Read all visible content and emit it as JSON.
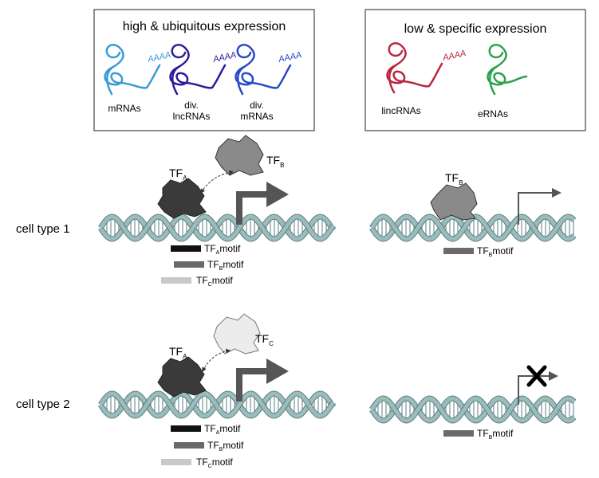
{
  "panels": {
    "left": {
      "title": "high & ubiquitous expression",
      "items": [
        {
          "label": "mRNAs",
          "color": "#3a9ad9",
          "tail": "AAAA"
        },
        {
          "label_lines": [
            "div.",
            "lncRNAs"
          ],
          "color": "#2a1b9a",
          "tail": "AAAA"
        },
        {
          "label_lines": [
            "div.",
            "mRNAs"
          ],
          "color": "#2a49c9",
          "tail": "AAAA"
        }
      ]
    },
    "right": {
      "title": "low & specific expression",
      "items": [
        {
          "label": "lincRNAs",
          "color": "#b8263f",
          "tail": "AAAA"
        },
        {
          "label": "eRNAs",
          "color": "#2aa14a"
        }
      ]
    }
  },
  "cell_types": [
    {
      "label": "cell type 1"
    },
    {
      "label": "cell type 2"
    }
  ],
  "tf": {
    "prefix": "TF",
    "a": "A",
    "b": "B",
    "c": "C"
  },
  "motif_word": "motif",
  "colors": {
    "tfa": "#3a3a3a",
    "tfb": "#8a8a8a",
    "tfc": "#ececec",
    "motif_a": "#111111",
    "motif_b": "#6a6a6a",
    "motif_c": "#c8c8c8",
    "dna": "#9bbcbc",
    "dna_dark": "#5d7f80",
    "arrow": "#555555",
    "cross": "#000000"
  }
}
